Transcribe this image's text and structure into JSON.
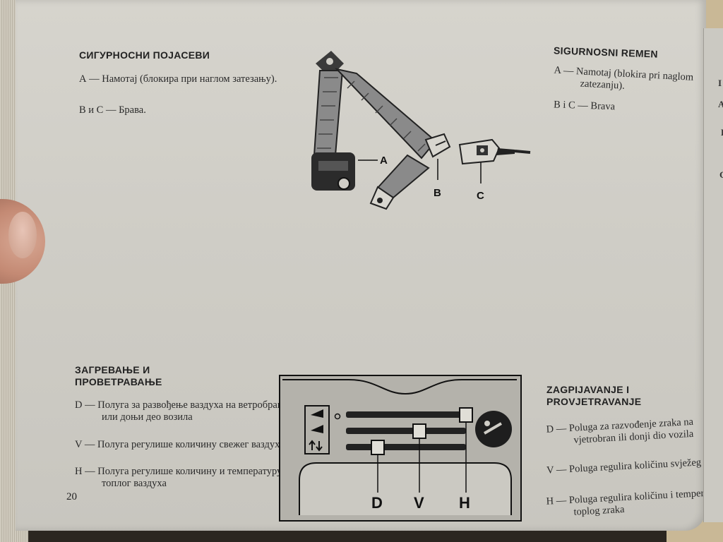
{
  "left_column": {
    "belts_heading": "СИГУРНОСНИ ПОЈАСЕВИ",
    "belts_items": [
      "А — Намотај (блокира при наглом затезању).",
      "В и С — Брава."
    ],
    "heating_heading": [
      "ЗАГРЕВАЊЕ И",
      "ПРОВЕТРАВАЊЕ"
    ],
    "heating_items": [
      "D — Полуга за развођење ваздуха на ветробран или доњи део возила",
      "V — Полуга регулише количину свежег ваздуха",
      "H — Полуга регулише количину и температуру топлог ваздуха"
    ]
  },
  "right_column": {
    "belts_heading": "SIGURNOSNI REMEN",
    "belts_items": [
      "A — Namotaj (blokira pri naglom zatezanju).",
      "B i C — Brava"
    ],
    "heating_heading": [
      "ZAGPIJAVANJE I",
      "PROVJETRAVANJE"
    ],
    "heating_items": [
      "D — Poluga za razvođenje zraka na vjetrobran ili donji dio vozila",
      "V — Poluga regulira količinu svježeg zraka",
      "H — Poluga regulira količinu i temperaturu toplog zraka"
    ]
  },
  "belt_figure": {
    "labels": {
      "a": "A",
      "b": "B",
      "c": "C"
    }
  },
  "panel_figure": {
    "labels": {
      "d": "D",
      "v": "V",
      "h": "H"
    }
  },
  "page_number": "20",
  "next_page_fragments": [
    "I",
    "A",
    "B",
    "C"
  ]
}
